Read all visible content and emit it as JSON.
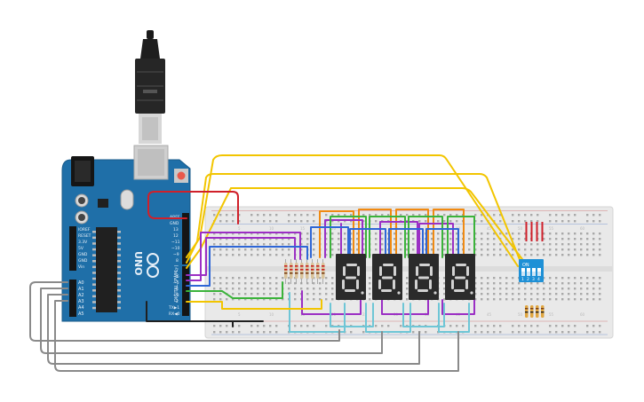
{
  "arduino": {
    "model": "UNO",
    "power_labels": [
      "IOREF",
      "RESET",
      "3.3V",
      "5V",
      "GND",
      "GND",
      "Vin"
    ],
    "analog_labels": [
      "A0",
      "A1",
      "A2",
      "A3",
      "A4",
      "A5"
    ],
    "top_header_labels": [
      "AREF",
      "GND",
      "13",
      "12",
      "~11",
      "~10",
      "~9",
      "8"
    ],
    "digital_labels": [
      "7",
      "~6",
      "~5",
      "4",
      "~3",
      "2",
      "TX▶1",
      "RX◀0"
    ],
    "digital_title": "DIGITAL (PWM~)"
  },
  "display": {
    "digit_count": 4,
    "lit_segments": [
      "a",
      "b",
      "c",
      "d",
      "e",
      "f",
      "g",
      "dp"
    ]
  },
  "dip_switch": {
    "on_label": "ON",
    "numbers": [
      "1",
      "2",
      "3",
      "4"
    ]
  },
  "breadboard": {
    "column_numbers_top": [
      "5",
      "10",
      "15",
      "20",
      "25",
      "30",
      "35",
      "40",
      "45",
      "50",
      "55",
      "60"
    ],
    "column_numbers_bottom": [
      "5",
      "10",
      "15",
      "20",
      "25",
      "30",
      "35",
      "40",
      "45",
      "50",
      "55",
      "60"
    ]
  },
  "colors": {
    "board": "#1f6fa8",
    "breadboard": "#e9e9e9",
    "digit_body": "#2b2b2b",
    "segment_on": "#d2d2d2",
    "dip_body": "#1e90d6",
    "wire_yellow": "#f2c500",
    "wire_orange": "#f08a12",
    "wire_purple": "#9b2fc4",
    "wire_green": "#3bb33b",
    "wire_blue": "#2e66d6",
    "wire_teal": "#6ec6d6",
    "wire_grey": "#8a8a8a",
    "wire_red": "#d0202a"
  }
}
